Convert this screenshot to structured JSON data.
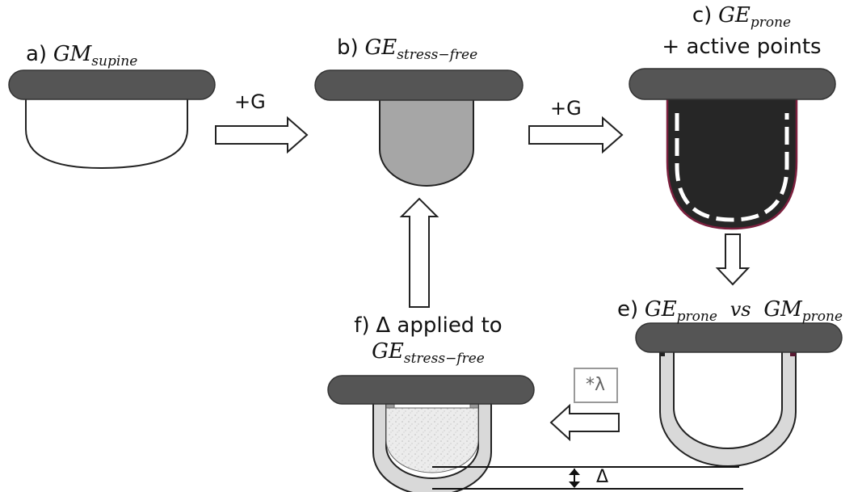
{
  "steps": {
    "a": {
      "prefix": "a)",
      "symbol": "GM",
      "subscript": "supine"
    },
    "b": {
      "prefix": "b)",
      "symbol": "GE",
      "subscript": "stress−free"
    },
    "c": {
      "prefix": "c)",
      "symbol": "GE",
      "subscript": "prone",
      "line2": "+ active points"
    },
    "e": {
      "prefix": "e)",
      "symbol1": "GE",
      "subscript1": "prone",
      "vs": "vs",
      "symbol2": "GM",
      "subscript2": "prone"
    },
    "f": {
      "prefix": "f)",
      "line1": "Δ applied to",
      "symbol": "GE",
      "subscript": "stress−free"
    }
  },
  "arrows": {
    "ab": {
      "label": "+G"
    },
    "bc": {
      "label": "+G"
    },
    "ef": {
      "label": "*λ"
    },
    "delta": {
      "label": "Δ"
    }
  },
  "colors": {
    "plate": "#555555",
    "supine_fill": "#ffffff",
    "stress_free_fill": "#a6a6a6",
    "prone_fill": "#262626",
    "prone_outline": "#7a1f3d",
    "shell_fill": "#d9d9d9",
    "speckle_fill": "#ececec"
  }
}
